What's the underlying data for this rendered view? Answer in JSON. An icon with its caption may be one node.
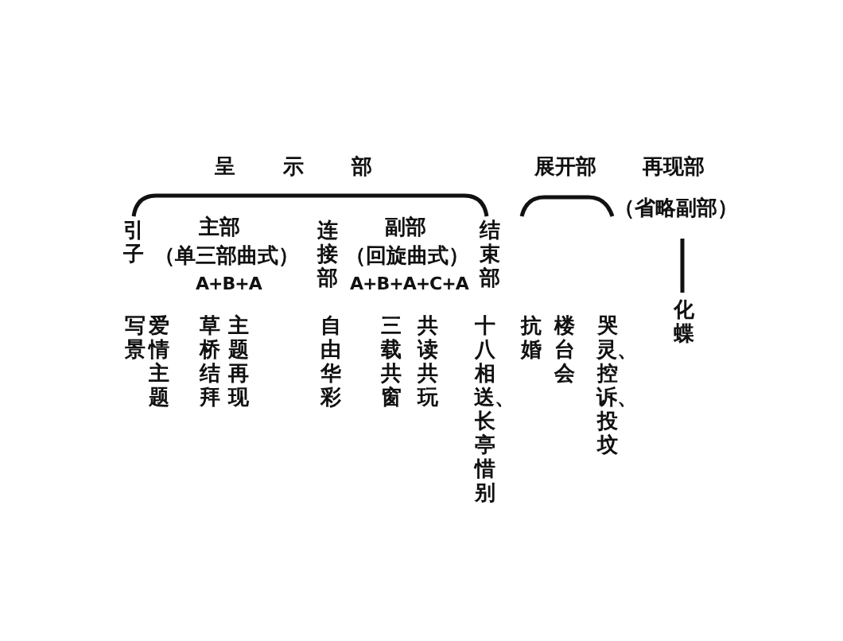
{
  "diagram": {
    "labels": [
      "呈示部",
      "展开部",
      "再现部",
      "引子",
      "主部",
      "（单三部曲式）",
      "A+B+A",
      "连接部",
      "副部",
      "（回旋曲式）",
      "A+B+A+C+A",
      "结束部",
      "（省略副部）",
      "写景",
      "爱情主题",
      "草桥结拜",
      "主题再现",
      "自由华彩",
      "三载共窗",
      "共读共玩",
      "十八相送、长亭惜别",
      "抗婚",
      "楼台会",
      "哭灵、控诉、投坟",
      "化蝶"
    ]
  }
}
